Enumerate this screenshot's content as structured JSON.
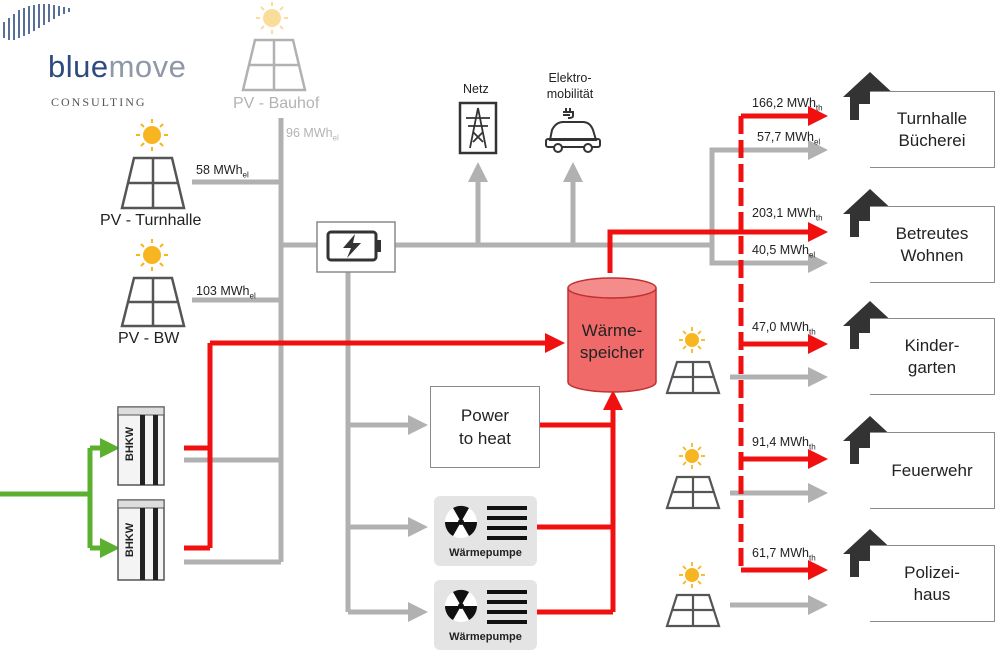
{
  "logo": {
    "word_part1": "blue",
    "word_part2": "move",
    "tagline": "CONSULTING"
  },
  "colors": {
    "electric": "#b1b1b1",
    "heat": "#f01010",
    "gas": "#5cb030",
    "storage_fill": "#f06a6a",
    "logo_blue": "#2e4b80",
    "sun": "#f7b521"
  },
  "pv": {
    "bauhof": {
      "label": "PV - Bauhof",
      "value": "96 MWh",
      "unit_sub": "el"
    },
    "turnhalle": {
      "label": "PV - Turnhalle",
      "value": "58 MWh",
      "unit_sub": "el"
    },
    "bw": {
      "label": "PV - BW",
      "value": "103 MWh",
      "unit_sub": "el"
    }
  },
  "outputs": {
    "netz": {
      "label": "Netz"
    },
    "emob": {
      "label_line1": "Elektro-",
      "label_line2": "mobilität"
    }
  },
  "bhkw": {
    "label": "BHKW"
  },
  "storage": {
    "line1": "Wärme-",
    "line2": "speicher"
  },
  "p2h": {
    "line1": "Power",
    "line2": "to heat"
  },
  "heatpumps": [
    {
      "label": "Wärmepumpe"
    },
    {
      "label": "Wärmepumpe"
    }
  ],
  "buildings": [
    {
      "line1": "Turnhalle",
      "line2": "Bücherei",
      "heat": "166,2 MWh",
      "heat_sub": "th",
      "elec": "57,7 MWh",
      "elec_sub": "el"
    },
    {
      "line1": "Betreutes",
      "line2": "Wohnen",
      "heat": "203,1 MWh",
      "heat_sub": "th",
      "elec": "40,5 MWh",
      "elec_sub": "el"
    },
    {
      "line1": "Kinder-",
      "line2": "garten",
      "heat": "47,0 MWh",
      "heat_sub": "th"
    },
    {
      "line1": "Feuerwehr",
      "line2": "",
      "heat": "91,4 MWh",
      "heat_sub": "th"
    },
    {
      "line1": "Polizei-",
      "line2": "haus",
      "heat": "61,7 MWh",
      "heat_sub": "th"
    }
  ]
}
